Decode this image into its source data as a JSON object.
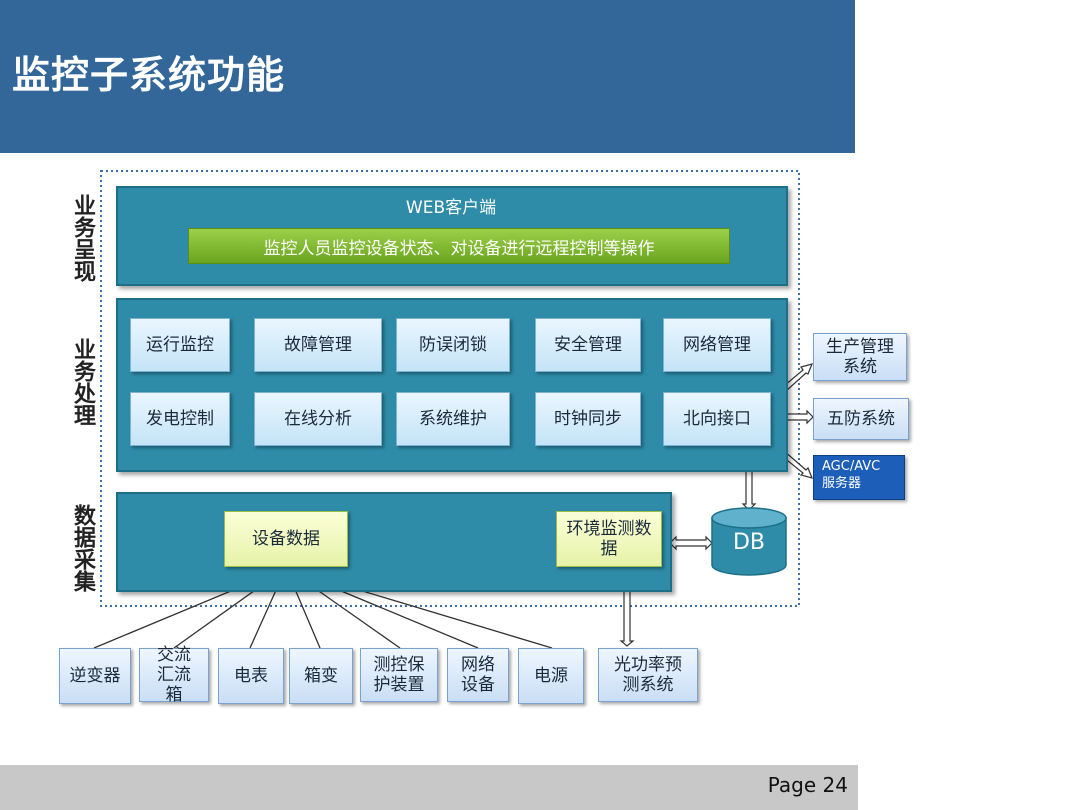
{
  "header": {
    "title": "监控子系统功能",
    "background": "#336699"
  },
  "layers": {
    "presentation": "业务呈现",
    "processing": "业务处理",
    "collection": "数据采集"
  },
  "presentation": {
    "client": "WEB客户端",
    "description": "监控人员监控设备状态、对设备进行远程控制等操作"
  },
  "functions": {
    "row1": [
      "运行监控",
      "故障管理",
      "防误闭锁",
      "安全管理",
      "网络管理"
    ],
    "row2": [
      "发电控制",
      "在线分析",
      "系统维护",
      "时钟同步",
      "北向接口"
    ]
  },
  "external": {
    "production": "生产管理系统",
    "five_defense": "五防系统",
    "agc_line1": "AGC/AVC",
    "agc_line2": "服务器"
  },
  "collection": {
    "device_data": "设备数据",
    "env_data": "环境监测数据",
    "db": "DB"
  },
  "devices": [
    "逆变器",
    "交流汇流箱",
    "电表",
    "箱变",
    "测控保护装置",
    "网络设备",
    "电源"
  ],
  "forecast": "光功率预测系统",
  "footer": {
    "page": "Page 24"
  },
  "colors": {
    "band": "#2e8ca8",
    "accent_green": "#7cb82f",
    "agc": "#1d5fb8"
  }
}
